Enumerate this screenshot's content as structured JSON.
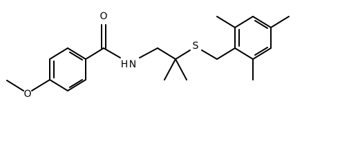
{
  "molecule": {
    "atoms": {
      "carbonyl_oxygen": "O",
      "amide_nitrogen": "N",
      "amide_hydrogen": "H",
      "thioether_sulfur": "S",
      "methoxy_oxygen": "O"
    }
  }
}
